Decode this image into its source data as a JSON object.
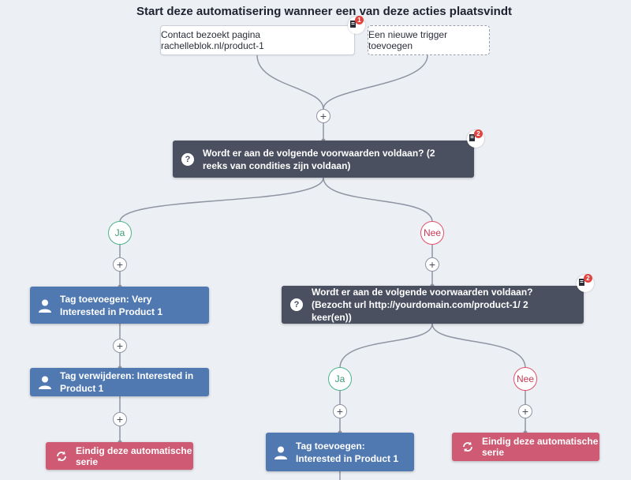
{
  "header": {
    "title": "Start deze automatisering wanneer een van deze acties plaatsvindt"
  },
  "triggers": {
    "items": [
      {
        "label": "Contact bezoekt pagina rachelleblok.nl/product-1",
        "note_count": "1"
      }
    ],
    "add_label": "Een nieuwe trigger toevoegen"
  },
  "add_step_symbol": "+",
  "condition_1": {
    "icon": "question-icon",
    "text": "Wordt er aan de volgende voorwaarden voldaan? (2 reeks van condities zijn voldaan)",
    "note_count": "2"
  },
  "branch_1_yes": {
    "label": "Ja",
    "actions": [
      {
        "type": "tag",
        "icon": "person-icon",
        "text": "Tag toevoegen: Very Interested in Product 1"
      },
      {
        "type": "tag",
        "icon": "person-icon",
        "text": "Tag verwijderen: Interested in Product 1"
      }
    ],
    "end": {
      "icon": "cycle-icon",
      "text": "Eindig deze automatische serie"
    }
  },
  "branch_1_no": {
    "label": "Nee",
    "condition": {
      "icon": "question-icon",
      "text": "Wordt er aan de volgende voorwaarden voldaan? (Bezocht url http://yourdomain.com/product-1/ 2 keer(en))",
      "note_count": "2"
    },
    "yes": {
      "label": "Ja",
      "action": {
        "type": "tag",
        "icon": "person-icon",
        "text": "Tag toevoegen: Interested in Product 1"
      }
    },
    "no": {
      "label": "Nee",
      "end": {
        "icon": "cycle-icon",
        "text": "Eindig deze automatische serie"
      }
    }
  },
  "colors": {
    "background": "#eceff4",
    "connector": "#8f95a3",
    "condition": "#4b5061",
    "action": "#5079b1",
    "end": "#cf5a73",
    "yes": "#4bb38a",
    "no": "#e0506a",
    "badge": "#e0443f"
  }
}
